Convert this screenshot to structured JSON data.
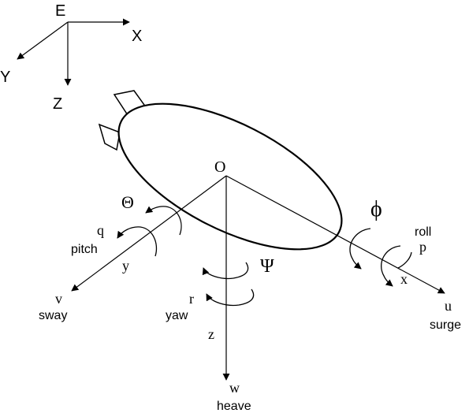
{
  "earth_frame": {
    "origin": "E",
    "x_axis": "X",
    "y_axis": "Y",
    "z_axis": "Z"
  },
  "body_frame": {
    "origin": "O",
    "x_axis": "x",
    "y_axis": "y",
    "z_axis": "z"
  },
  "rotations": {
    "roll": {
      "angle": "ϕ",
      "rate": "p",
      "name": "roll"
    },
    "pitch": {
      "angle": "Θ",
      "rate": "q",
      "name": "pitch"
    },
    "yaw": {
      "angle": "Ψ",
      "rate": "r",
      "name": "yaw"
    }
  },
  "translations": {
    "surge": {
      "velocity": "u",
      "name": "surge"
    },
    "sway": {
      "velocity": "v",
      "name": "sway"
    },
    "heave": {
      "velocity": "w",
      "name": "heave"
    }
  }
}
